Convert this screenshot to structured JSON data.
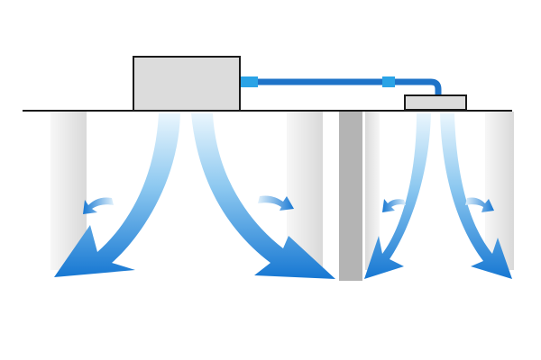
{
  "colors": {
    "background": "#ffffff",
    "outline": "#1a1a1a",
    "unit_fill": "#dcdcdc",
    "pipe": "#1e73c8",
    "pipe_joint": "#2aa3e6",
    "airflow_dark": "#1677d2",
    "airflow_light": "#dff0fb",
    "wall": "#b4b4b4",
    "shadow": "#e9e9e9"
  },
  "icons": {
    "main_unit": "ceiling-ac-unit",
    "secondary_unit": "ceiling-cassette-unit",
    "pipe": "refrigerant-pipe",
    "airflow": "airflow-arrow",
    "partition": "partition-wall"
  }
}
